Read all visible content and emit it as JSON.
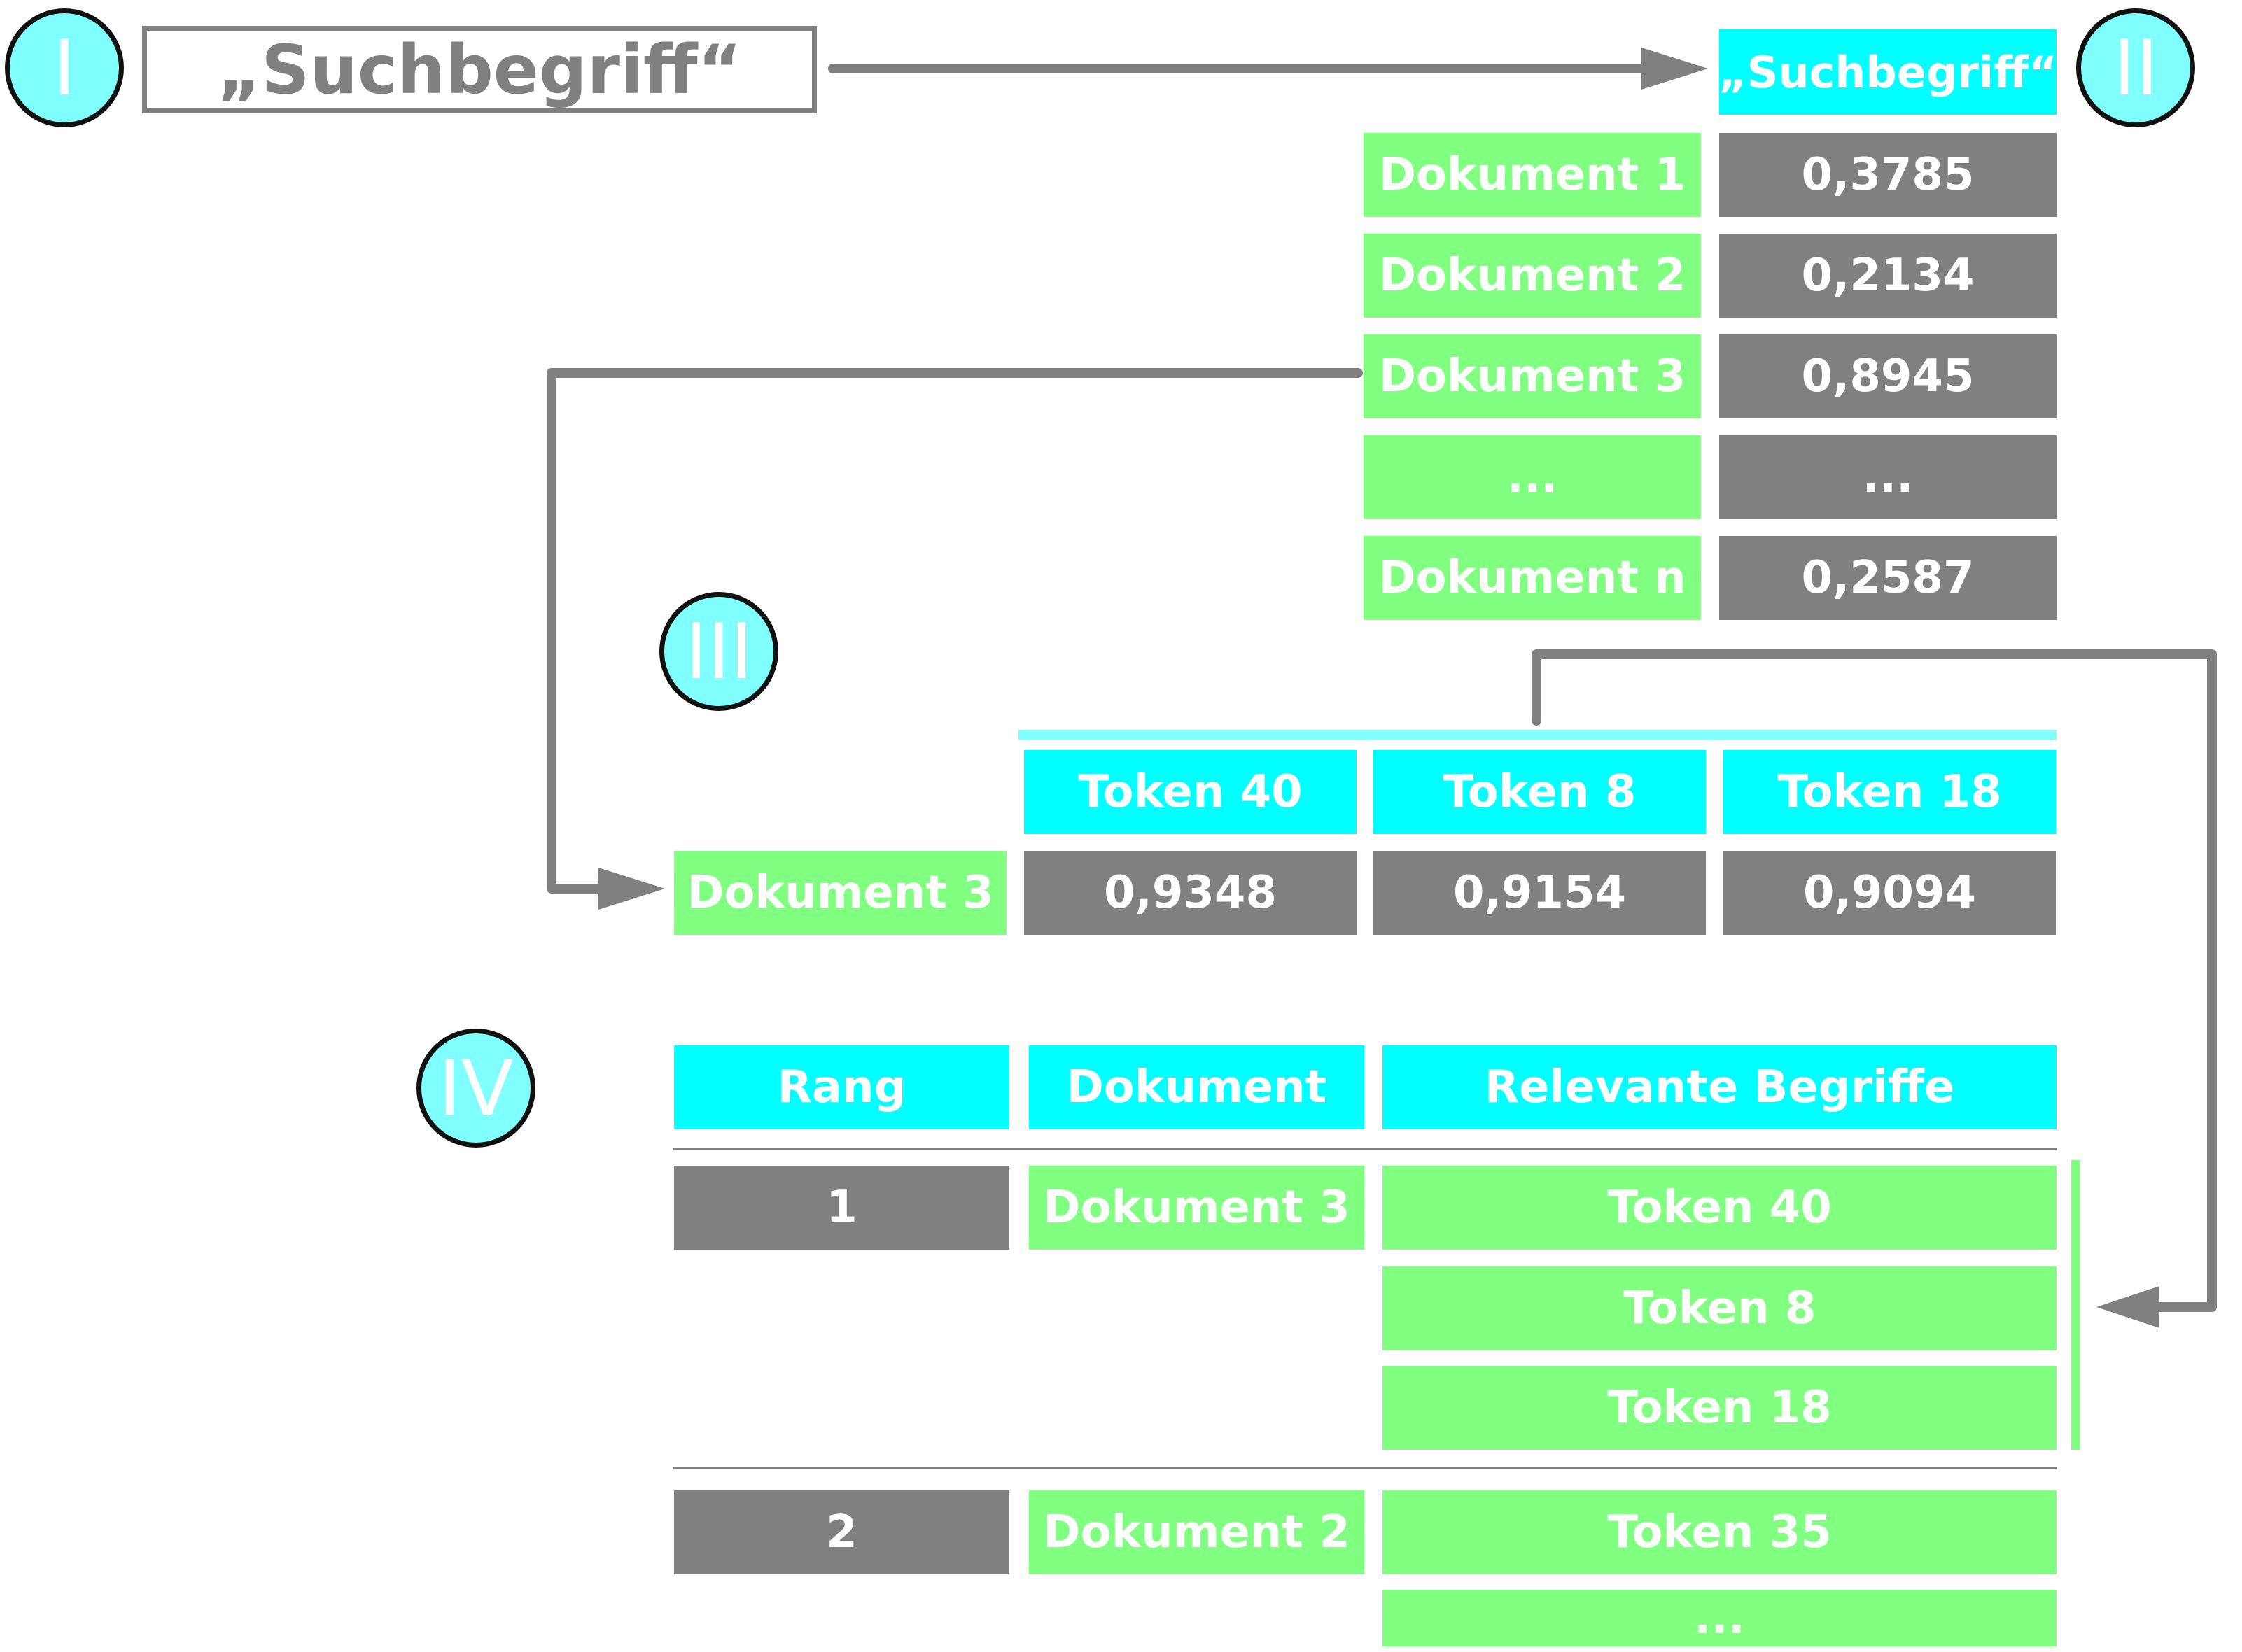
{
  "steps": [
    "I",
    "II",
    "III",
    "IV"
  ],
  "search_term": "„Suchbegriff“",
  "step2": {
    "header": "„Suchbegriff“",
    "rows": [
      {
        "doc": "Dokument 1",
        "score": "0,3785"
      },
      {
        "doc": "Dokument 2",
        "score": "0,2134"
      },
      {
        "doc": "Dokument 3",
        "score": "0,8945"
      },
      {
        "doc": "...",
        "score": "..."
      },
      {
        "doc": "Dokument n",
        "score": "0,2587"
      }
    ]
  },
  "step3": {
    "doc": "Dokument 3",
    "tokens": [
      {
        "name": "Token 40",
        "score": "0,9348"
      },
      {
        "name": "Token 8",
        "score": "0,9154"
      },
      {
        "name": "Token 18",
        "score": "0,9094"
      }
    ]
  },
  "step4": {
    "headers": [
      "Rang",
      "Dokument",
      "Relevante Begriffe"
    ],
    "results": [
      {
        "rank": "1",
        "doc": "Dokument 3",
        "terms": [
          "Token 40",
          "Token 8",
          "Token 18"
        ]
      },
      {
        "rank": "2",
        "doc": "Dokument 2",
        "terms": [
          "Token 35",
          "..."
        ]
      }
    ]
  },
  "colors": {
    "green": "#80ff80",
    "cyan": "#00ffff",
    "gray": "#808080",
    "badge": "#80ffff",
    "line": "#808080"
  }
}
